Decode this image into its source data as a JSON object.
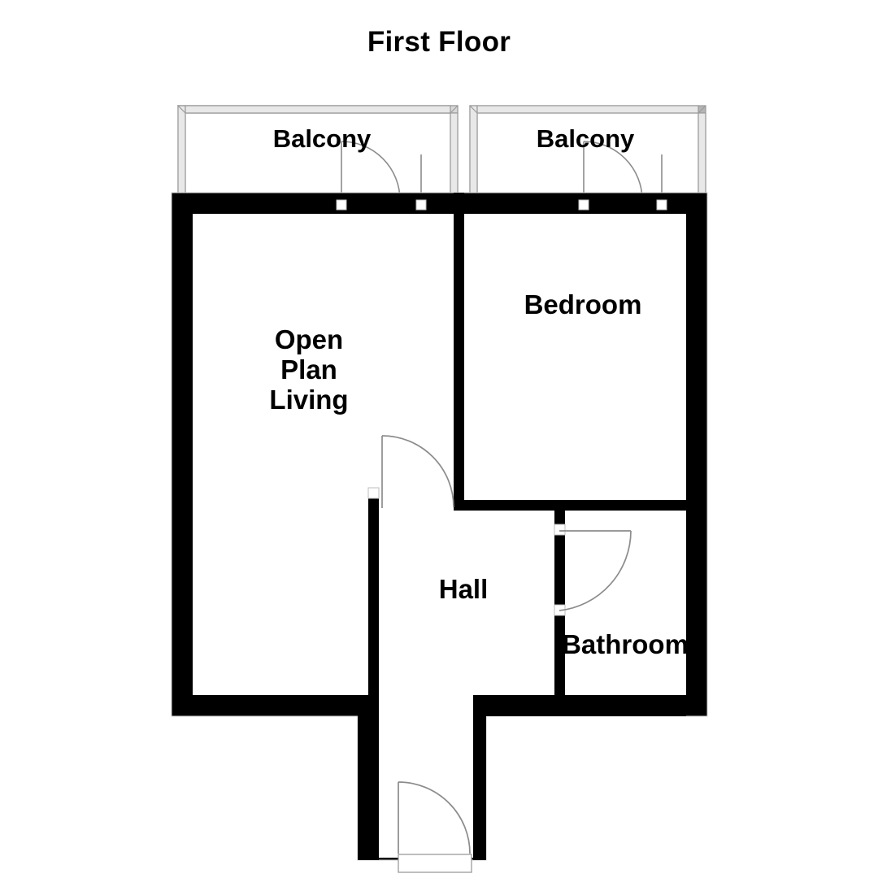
{
  "title": "First Floor",
  "rooms": {
    "balcony_left": "Balcony",
    "balcony_right": "Balcony",
    "open_plan_living": "Open\nPlan\nLiving",
    "bedroom": "Bedroom",
    "hall": "Hall",
    "bathroom": "Bathroom"
  },
  "colors": {
    "wall": "#000000",
    "balcony_outline": "#9a9a9a",
    "door_arc": "#8c8c8c",
    "background": "#ffffff",
    "text": "#000000"
  },
  "geometry": {
    "wall_thickness_exterior": 26,
    "wall_thickness_interior": 13,
    "balcony_wall_thickness": 9,
    "door_jamb_size": 12
  },
  "features": {
    "balcony_doors": 2,
    "interior_doors": 2,
    "entrance_doors": 1,
    "door_jamb_pairs": 4
  }
}
